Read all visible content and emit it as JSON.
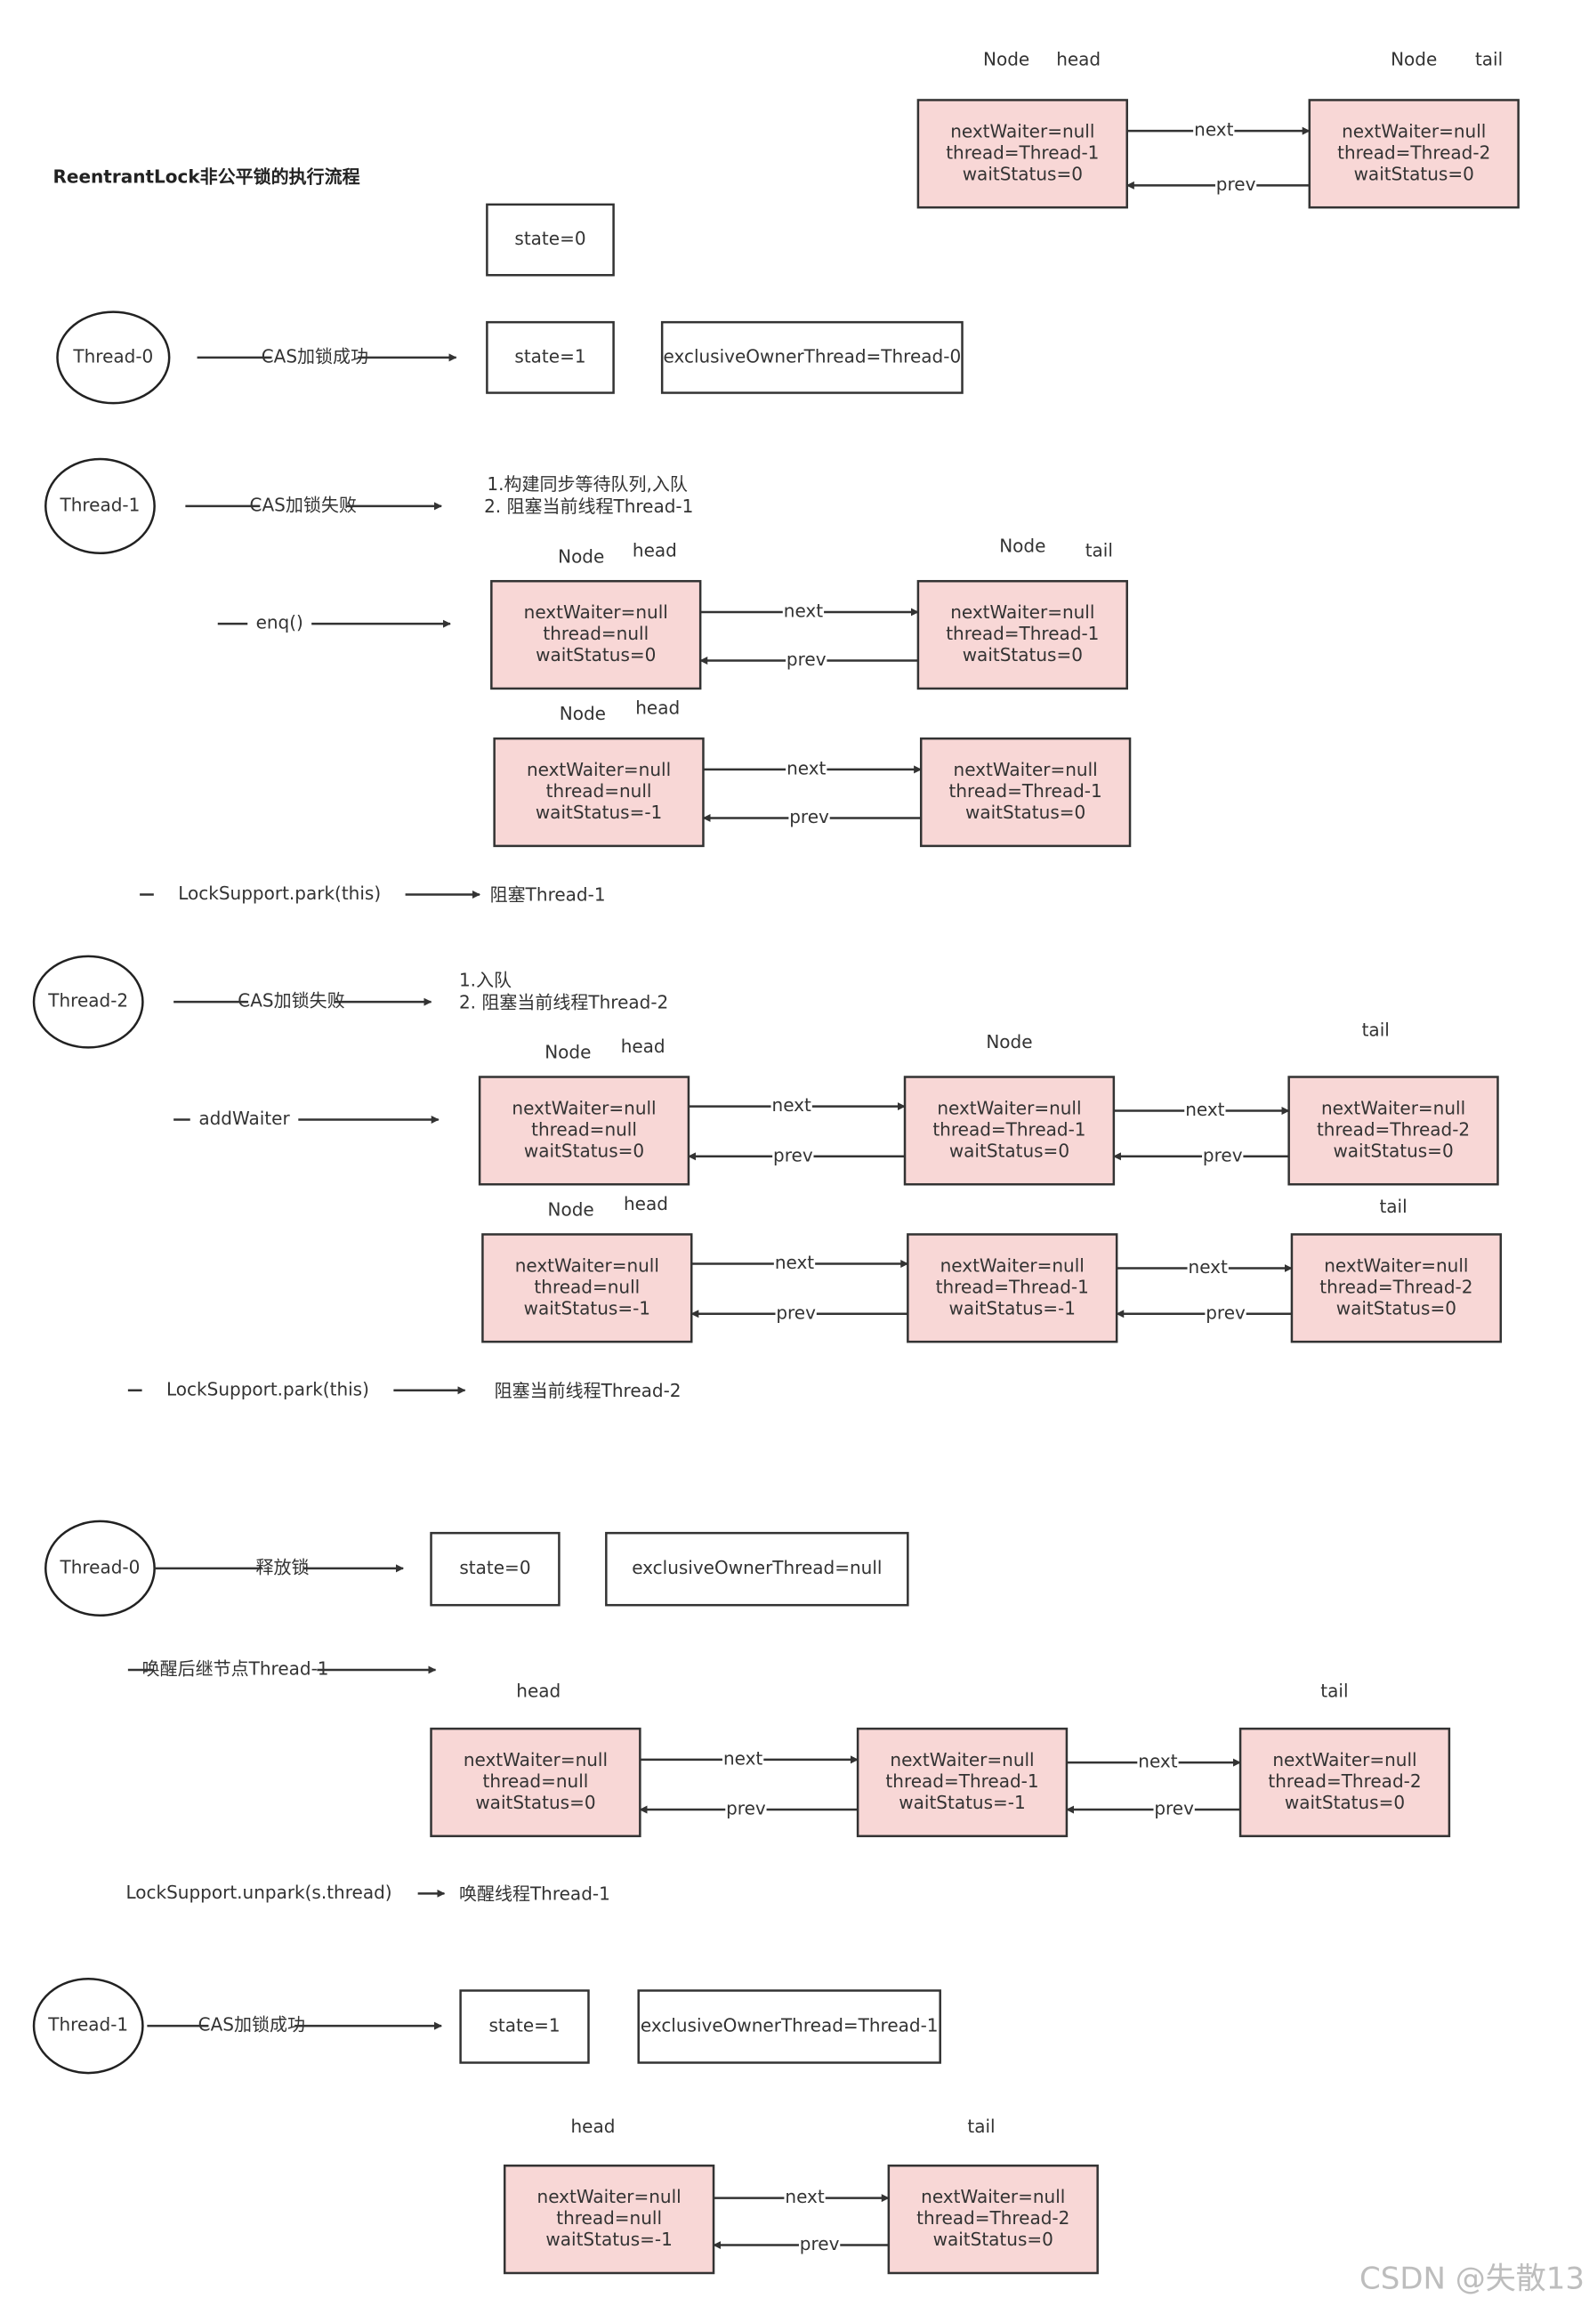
{
  "title": "ReentrantLock非公平锁的执行流程",
  "watermark": "CSDN @失散13",
  "colors": {
    "node_fill": "#f8d7d6",
    "stroke": "#333333",
    "text": "#333333"
  },
  "node_labels": {
    "next": "next",
    "prev": "prev"
  },
  "top_queue": {
    "node_head_label": "Node",
    "head_label": "head",
    "node_tail_label": "Node",
    "tail_label": "tail",
    "nodes": [
      [
        "nextWaiter=null",
        "thread=Thread-1",
        "waitStatus=0"
      ],
      [
        "nextWaiter=null",
        "thread=Thread-2",
        "waitStatus=0"
      ]
    ]
  },
  "initial_state": "state=0",
  "step_thread0_lock": {
    "thread": "Thread-0",
    "arrow_label": "CAS加锁成功",
    "state": "state=1",
    "owner": "exclusiveOwnerThread=Thread-0"
  },
  "step_thread1_fail": {
    "thread": "Thread-1",
    "arrow_label": "CAS加锁失败",
    "note_1": "1.构建同步等待队列,入队",
    "note_2": "2. 阻塞当前线程Thread-1"
  },
  "step_enq": {
    "arrow_label": "enq()",
    "row1": {
      "node_label": "Node",
      "head_label": "head",
      "node2_label": "Node",
      "tail_label": "tail",
      "nodes": [
        [
          "nextWaiter=null",
          "thread=null",
          "waitStatus=0"
        ],
        [
          "nextWaiter=null",
          "thread=Thread-1",
          "waitStatus=0"
        ]
      ]
    },
    "row2": {
      "node_label": "Node",
      "head_label": "head",
      "nodes": [
        [
          "nextWaiter=null",
          "thread=null",
          "waitStatus=-1"
        ],
        [
          "nextWaiter=null",
          "thread=Thread-1",
          "waitStatus=0"
        ]
      ]
    }
  },
  "step_park1": {
    "arrow_label": "LockSupport.park(this)",
    "result": "阻塞Thread-1"
  },
  "step_thread2_fail": {
    "thread": "Thread-2",
    "arrow_label": "CAS加锁失败",
    "note_1": "1.入队",
    "note_2": "2. 阻塞当前线程Thread-2"
  },
  "step_addwaiter": {
    "arrow_label": "addWaiter",
    "row1": {
      "node_label": "Node",
      "head_label": "head",
      "node2_label": "Node",
      "tail_label": "tail",
      "nodes": [
        [
          "nextWaiter=null",
          "thread=null",
          "waitStatus=0"
        ],
        [
          "nextWaiter=null",
          "thread=Thread-1",
          "waitStatus=0"
        ],
        [
          "nextWaiter=null",
          "thread=Thread-2",
          "waitStatus=0"
        ]
      ]
    },
    "row2": {
      "node_label": "Node",
      "head_label": "head",
      "tail_label": "tail",
      "nodes": [
        [
          "nextWaiter=null",
          "thread=null",
          "waitStatus=-1"
        ],
        [
          "nextWaiter=null",
          "thread=Thread-1",
          "waitStatus=-1"
        ],
        [
          "nextWaiter=null",
          "thread=Thread-2",
          "waitStatus=0"
        ]
      ]
    }
  },
  "step_park2": {
    "arrow_label": "LockSupport.park(this)",
    "result": "阻塞当前线程Thread-2"
  },
  "step_release": {
    "thread": "Thread-0",
    "arrow_label": "释放锁",
    "state": "state=0",
    "owner": "exclusiveOwnerThread=null"
  },
  "step_wake": {
    "arrow_label": "唤醒后继节点Thread-1",
    "head_label": "head",
    "tail_label": "tail",
    "nodes": [
      [
        "nextWaiter=null",
        "thread=null",
        "waitStatus=0"
      ],
      [
        "nextWaiter=null",
        "thread=Thread-1",
        "waitStatus=-1"
      ],
      [
        "nextWaiter=null",
        "thread=Thread-2",
        "waitStatus=0"
      ]
    ]
  },
  "step_unpark": {
    "arrow_label": "LockSupport.unpark(s.thread)",
    "result": "唤醒线程Thread-1"
  },
  "step_thread1_lock": {
    "thread": "Thread-1",
    "arrow_label": "CAS加锁成功",
    "state": "state=1",
    "owner": "exclusiveOwnerThread=Thread-1"
  },
  "final_queue": {
    "head_label": "head",
    "tail_label": "tail",
    "nodes": [
      [
        "nextWaiter=null",
        "thread=null",
        "waitStatus=-1"
      ],
      [
        "nextWaiter=null",
        "thread=Thread-2",
        "waitStatus=0"
      ]
    ]
  }
}
